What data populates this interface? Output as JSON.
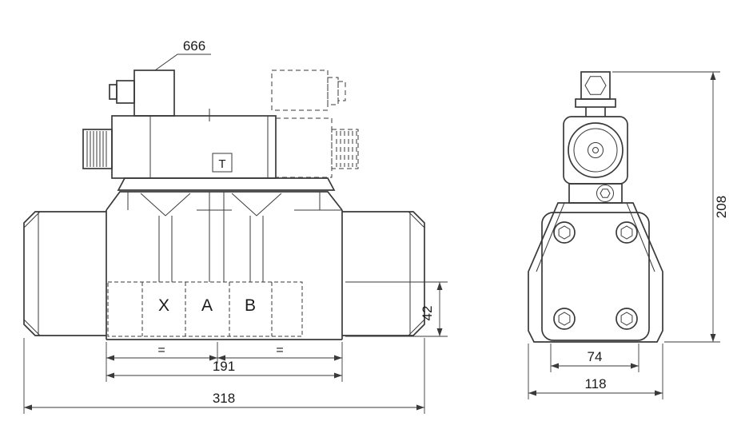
{
  "colors": {
    "line": "#3a3a3a",
    "text": "#1a1a1a",
    "background": "#ffffff"
  },
  "front_view": {
    "callout_666": "666",
    "solenoid_t_mark": "T",
    "port_labels": {
      "x": "X",
      "a": "A",
      "b": "B"
    },
    "equal_spacing_left": "=",
    "equal_spacing_right": "=",
    "dim_port_face_height": "42",
    "dim_mounting_span": "191",
    "dim_overall_length": "318"
  },
  "side_view": {
    "dim_overall_height": "208",
    "dim_face_width": "74",
    "dim_body_width": "118"
  }
}
